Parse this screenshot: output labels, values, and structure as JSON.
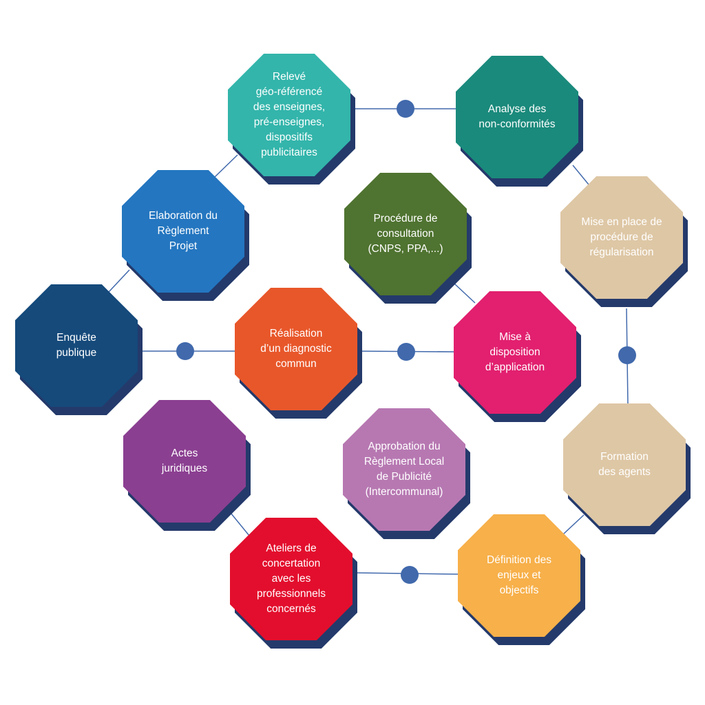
{
  "colors": {
    "shadow": "#243a6b",
    "connector": "#4169ac",
    "text": "#ffffff"
  },
  "nodes": {
    "releve": {
      "label": "Relevé\ngéo-référencé\ndes enseignes,\npré-enseignes,\ndispositifs\npublicitaires",
      "color": "#33b5ab"
    },
    "analyse": {
      "label": "Analyse des\nnon-conformités",
      "color": "#1a8a7c"
    },
    "elaboration": {
      "label": "Elaboration du\nRèglement\nProjet",
      "color": "#2476c0"
    },
    "procedure_consultation": {
      "label": "Procédure de\nconsultation\n(CNPS, PPA,...)",
      "color": "#4f7330"
    },
    "mise_en_place": {
      "label": "Mise en place de\nprocédure de\nrégularisation",
      "color": "#dec7a5"
    },
    "enquete": {
      "label": "Enquête\npublique",
      "color": "#154a7b"
    },
    "realisation": {
      "label": "Réalisation\nd’un diagnostic\ncommun",
      "color": "#e8572a"
    },
    "mise_a_disposition": {
      "label": "Mise à\ndisposition\nd’application",
      "color": "#e2206f"
    },
    "actes": {
      "label": "Actes\njuridiques",
      "color": "#8b3f91"
    },
    "approbation": {
      "label": "Approbation du\nRèglement Local\nde Publicité\n(Intercommunal)",
      "color": "#b778b2"
    },
    "formation": {
      "label": "Formation\ndes agents",
      "color": "#dec7a5"
    },
    "ateliers": {
      "label": "Ateliers de\nconcertation\navec les\nprofessionnels\nconcernés",
      "color": "#e30e2d"
    },
    "definition": {
      "label": "Définition des\nenjeux et\nobjectifs",
      "color": "#f7b04a"
    }
  }
}
